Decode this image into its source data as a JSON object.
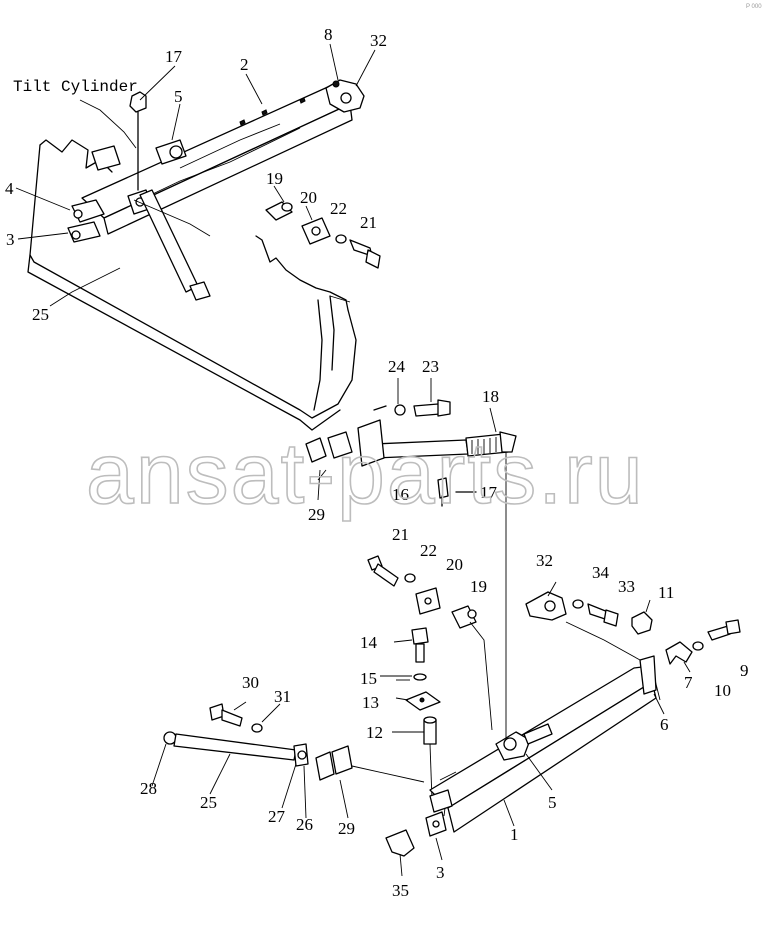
{
  "diagram": {
    "title_label": "Tilt Cylinder",
    "watermark": "ansat-parts.ru",
    "corner_mark": "P 000",
    "callouts": {
      "c17a": "17",
      "c2": "2",
      "c8": "8",
      "c32a": "32",
      "c5a": "5",
      "c4": "4",
      "c3a": "3",
      "c19a": "19",
      "c20a": "20",
      "c22a": "22",
      "c21a": "21",
      "c25a": "25",
      "c24": "24",
      "c23": "23",
      "c18": "18",
      "c16": "16",
      "c17b": "17",
      "c29a": "29",
      "c21b": "21",
      "c22b": "22",
      "c20b": "20",
      "c19b": "19",
      "c32b": "32",
      "c34": "34",
      "c33": "33",
      "c11": "11",
      "c14": "14",
      "c15": "15",
      "c13": "13",
      "c12": "12",
      "c9": "9",
      "c7": "7",
      "c10": "10",
      "c6": "6",
      "c30": "30",
      "c31": "31",
      "c28": "28",
      "c25b": "25",
      "c27": "27",
      "c26": "26",
      "c29b": "29",
      "c5b": "5",
      "c1": "1",
      "c3b": "3",
      "c35": "35"
    }
  }
}
